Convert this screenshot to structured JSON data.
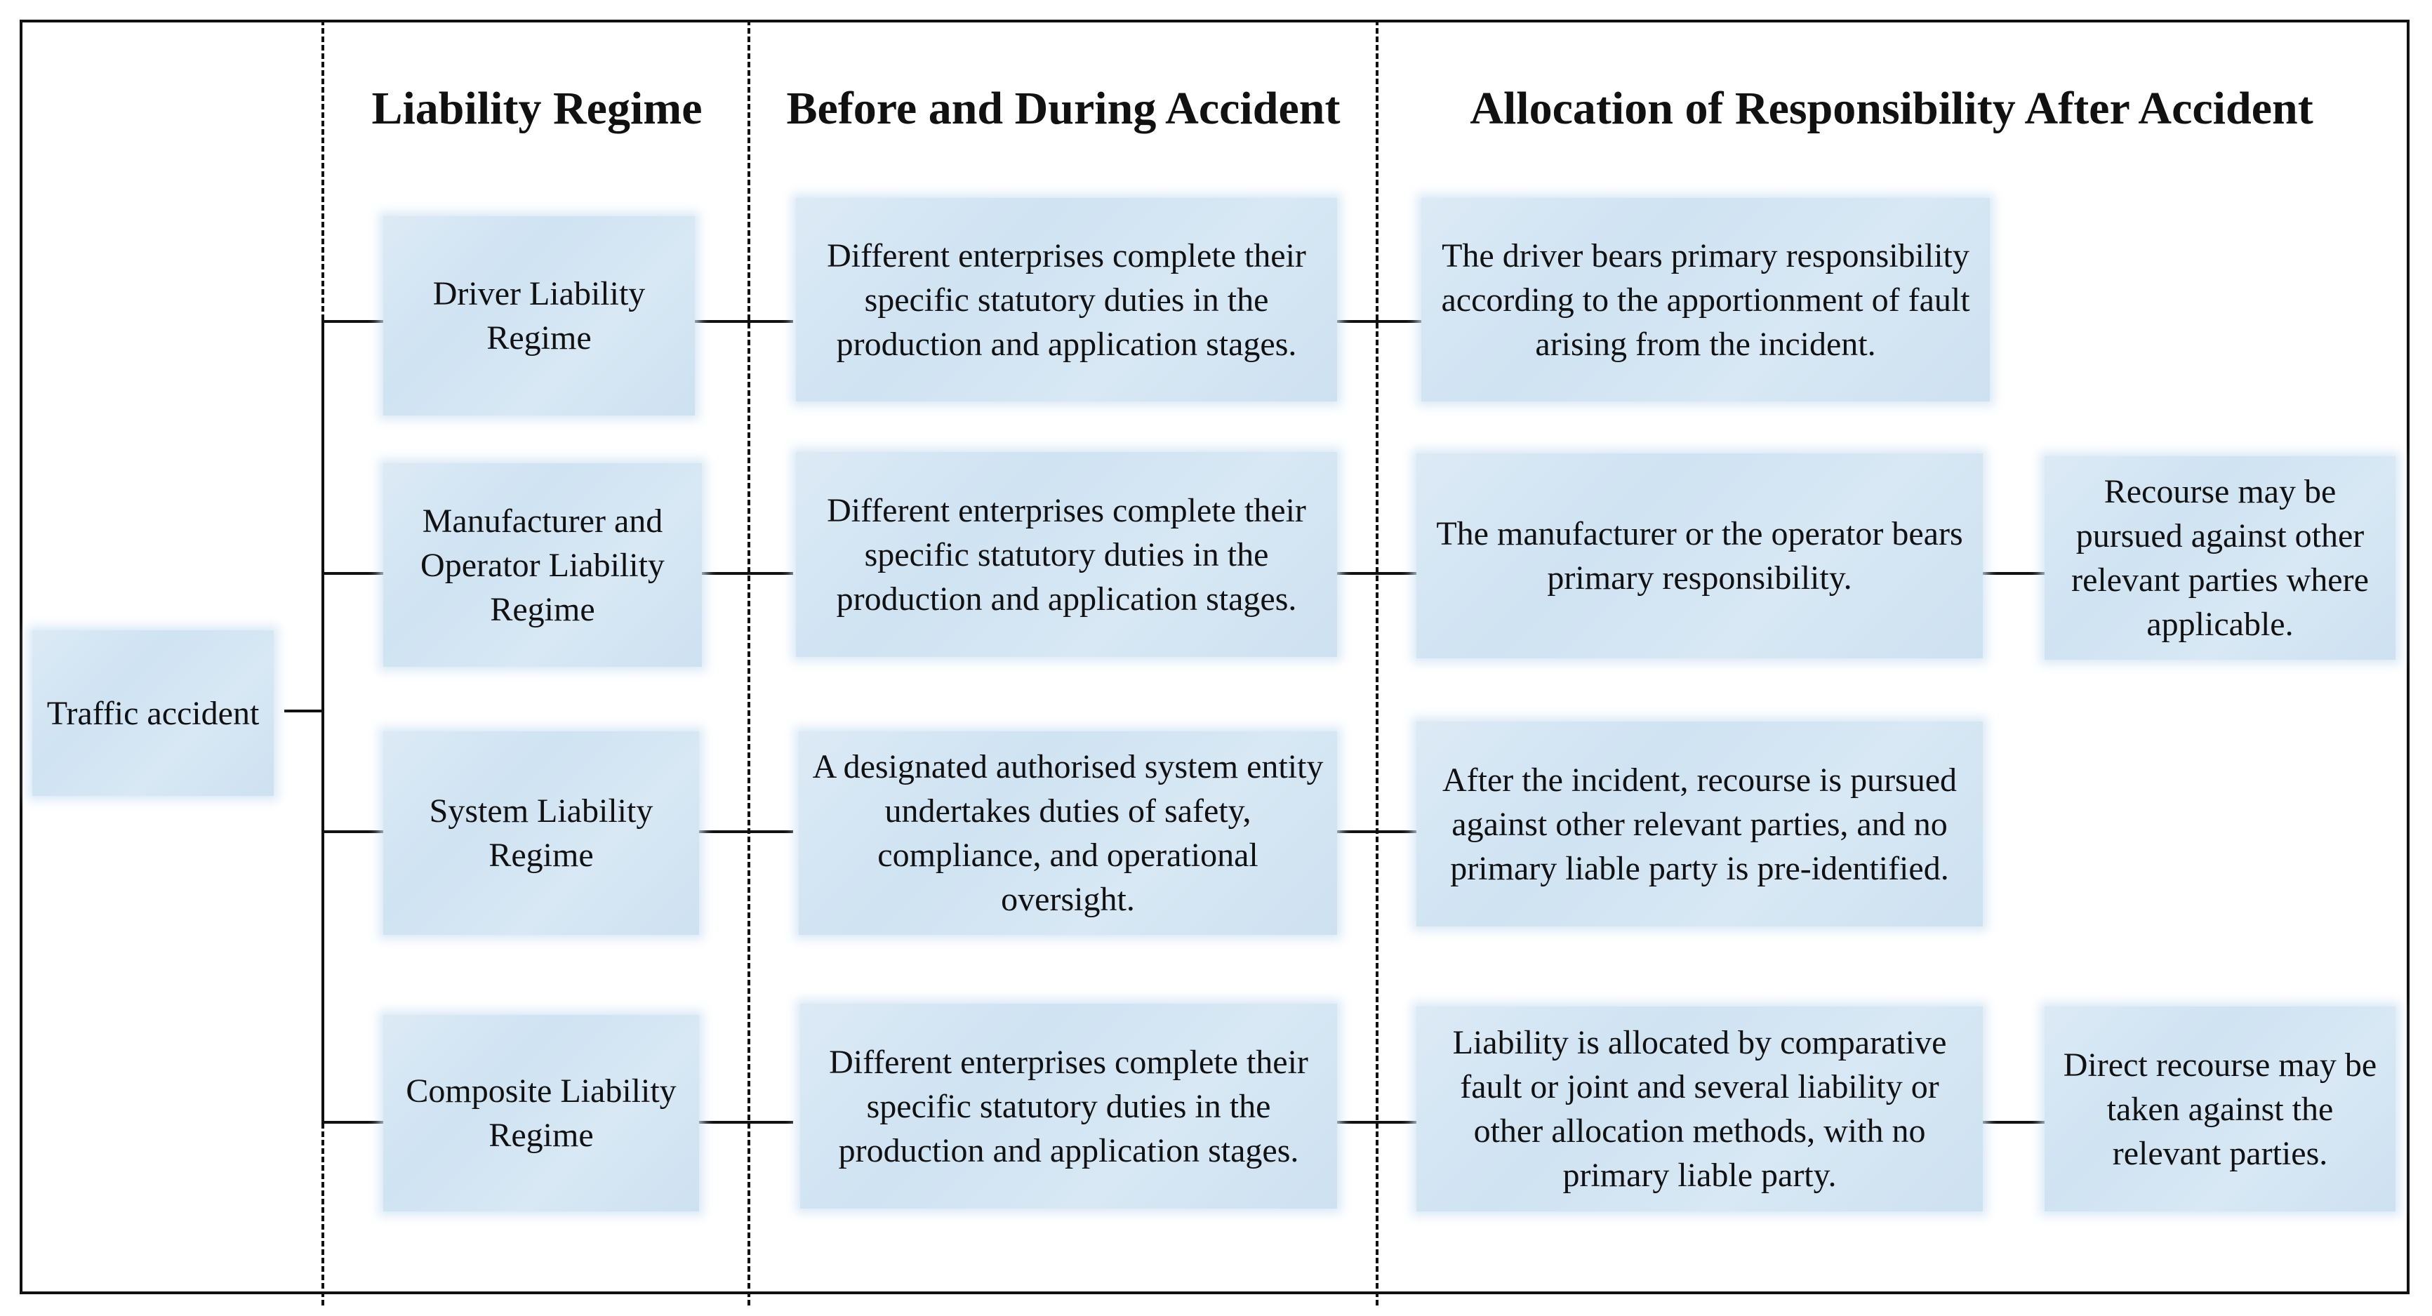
{
  "columns": {
    "regime": "Liability Regime",
    "before": "Before and During Accident",
    "after": "Allocation of Responsibility After Accident"
  },
  "root": "Traffic accident",
  "rows": [
    {
      "regime": "Driver Liability Regime",
      "before": "Different enterprises complete their specific statutory duties in the production and application stages.",
      "after": "The driver bears primary responsibility according to the apportionment of fault arising from the incident."
    },
    {
      "regime": "Manufacturer and Operator Liability Regime",
      "before": "Different enterprises complete their specific statutory duties in the production and application stages.",
      "after": "The manufacturer or the operator bears primary responsibility.",
      "recourse": "Recourse may be pursued against other relevant parties where applicable."
    },
    {
      "regime": "System Liability Regime",
      "before": "A designated authorised system entity undertakes duties of safety, compliance, and operational oversight.",
      "after": "After the incident, recourse is pursued against other relevant parties, and no primary liable party is pre-identified."
    },
    {
      "regime": "Composite Liability Regime",
      "before": "Different enterprises complete their specific statutory duties in the production and application stages.",
      "after": "Liability is allocated by comparative fault or joint and several liability or other allocation methods, with no primary liable party.",
      "recourse": "Direct recourse may be taken against the relevant parties."
    }
  ]
}
